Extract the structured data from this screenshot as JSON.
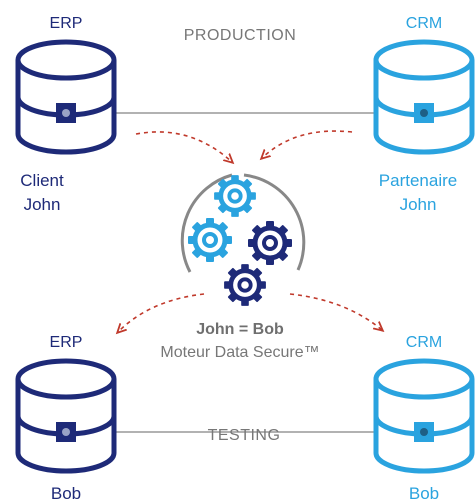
{
  "colors": {
    "erp": "#1e2a78",
    "crm": "#2aa3df",
    "connector": "#999999",
    "arrow": "#c0392b",
    "gear_cyan": "#2aa3df",
    "gear_navy": "#1e2a78",
    "ring": "#888888",
    "text_grey": "#777777"
  },
  "environments": {
    "production": "PRODUCTION",
    "testing": "TESTING"
  },
  "production": {
    "erp": {
      "system": "ERP",
      "record_line1": "Client",
      "record_line2": "John"
    },
    "crm": {
      "system": "CRM",
      "record_line1": "Partenaire",
      "record_line2": "John"
    }
  },
  "testing": {
    "erp": {
      "system": "ERP",
      "record_line1": "Bob"
    },
    "crm": {
      "system": "CRM",
      "record_line1": "Bob"
    }
  },
  "engine": {
    "mapping": "John = Bob",
    "name": "Moteur Data Secure™"
  },
  "icons": {
    "database": "database-icon",
    "gears": "gears-icon",
    "arrow": "dashed-curved-arrow"
  }
}
